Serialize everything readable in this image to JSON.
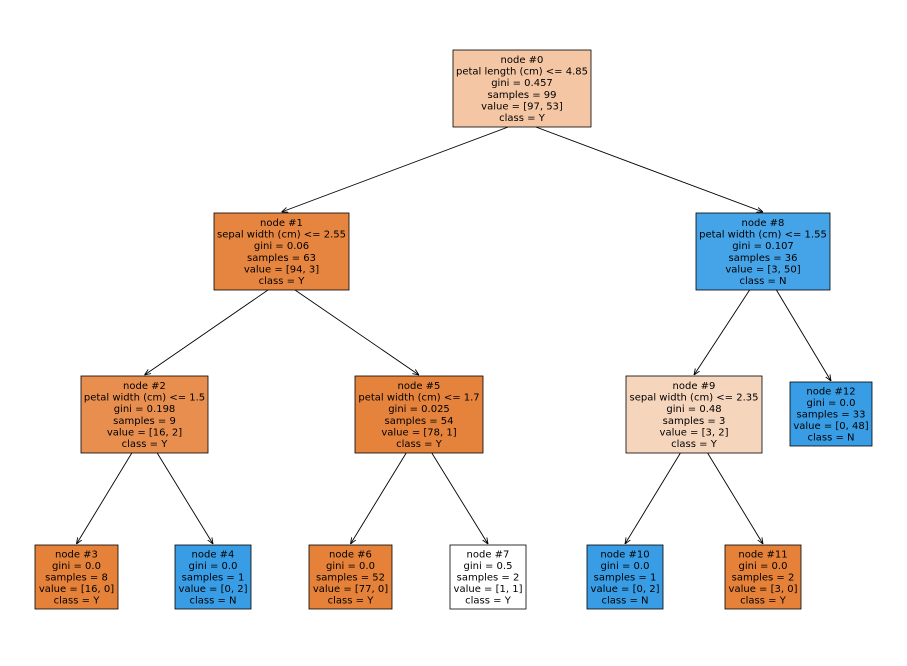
{
  "nodes": [
    {
      "id": "node-0",
      "lines": [
        "node #0",
        "petal length (cm) <= 4.85",
        "gini = 0.457",
        "samples = 99",
        "value = [97, 53]",
        "class = Y"
      ],
      "fill": "#f4c6a4"
    },
    {
      "id": "node-1",
      "lines": [
        "node #1",
        "sepal width (cm) <= 2.55",
        "gini = 0.06",
        "samples = 63",
        "value = [94, 3]",
        "class = Y"
      ],
      "fill": "#e6853f"
    },
    {
      "id": "node-2",
      "lines": [
        "node #2",
        "petal width (cm) <= 1.5",
        "gini = 0.198",
        "samples = 9",
        "value = [16, 2]",
        "class = Y"
      ],
      "fill": "#e88f50"
    },
    {
      "id": "node-3",
      "lines": [
        "node #3",
        "gini = 0.0",
        "samples = 8",
        "value = [16, 0]",
        "class = Y"
      ],
      "fill": "#e58139"
    },
    {
      "id": "node-4",
      "lines": [
        "node #4",
        "gini = 0.0",
        "samples = 1",
        "value = [0, 2]",
        "class = N"
      ],
      "fill": "#399de5"
    },
    {
      "id": "node-5",
      "lines": [
        "node #5",
        "petal width (cm) <= 1.7",
        "gini = 0.025",
        "samples = 54",
        "value = [78, 1]",
        "class = Y"
      ],
      "fill": "#e5833c"
    },
    {
      "id": "node-6",
      "lines": [
        "node #6",
        "gini = 0.0",
        "samples = 52",
        "value = [77, 0]",
        "class = Y"
      ],
      "fill": "#e58139"
    },
    {
      "id": "node-7",
      "lines": [
        "node #7",
        "gini = 0.5",
        "samples = 2",
        "value = [1, 1]",
        "class = Y"
      ],
      "fill": "#ffffff"
    },
    {
      "id": "node-8",
      "lines": [
        "node #8",
        "petal width (cm) <= 1.55",
        "gini = 0.107",
        "samples = 36",
        "value = [3, 50]",
        "class = N"
      ],
      "fill": "#45a3e7"
    },
    {
      "id": "node-9",
      "lines": [
        "node #9",
        "sepal width (cm) <= 2.35",
        "gini = 0.48",
        "samples = 3",
        "value = [3, 2]",
        "class = Y"
      ],
      "fill": "#f6d5bd"
    },
    {
      "id": "node-10",
      "lines": [
        "node #10",
        "gini = 0.0",
        "samples = 1",
        "value = [0, 2]",
        "class = N"
      ],
      "fill": "#399de5"
    },
    {
      "id": "node-11",
      "lines": [
        "node #11",
        "gini = 0.0",
        "samples = 2",
        "value = [3, 0]",
        "class = Y"
      ],
      "fill": "#e58139"
    },
    {
      "id": "node-12",
      "lines": [
        "node #12",
        "gini = 0.0",
        "samples = 33",
        "value = [0, 48]",
        "class = N"
      ],
      "fill": "#399de5"
    }
  ],
  "edges": [
    [
      "node-0",
      "node-1"
    ],
    [
      "node-0",
      "node-8"
    ],
    [
      "node-1",
      "node-2"
    ],
    [
      "node-1",
      "node-5"
    ],
    [
      "node-2",
      "node-3"
    ],
    [
      "node-2",
      "node-4"
    ],
    [
      "node-5",
      "node-6"
    ],
    [
      "node-5",
      "node-7"
    ],
    [
      "node-8",
      "node-9"
    ],
    [
      "node-8",
      "node-12"
    ],
    [
      "node-9",
      "node-10"
    ],
    [
      "node-9",
      "node-11"
    ]
  ]
}
